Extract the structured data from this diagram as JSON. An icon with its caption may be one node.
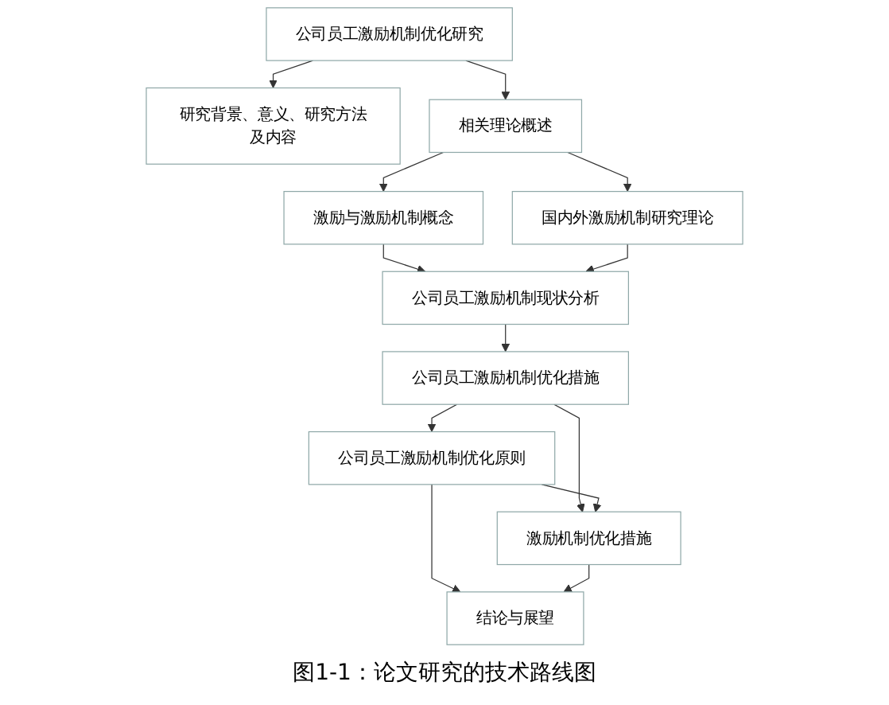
{
  "diagram": {
    "caption": "图1-1：论文研究的技术路线图",
    "nodes": [
      {
        "text": [
          "公司员工激励机制优化研究"
        ]
      },
      {
        "text": [
          "研究背景、意义、研究方法及内容"
        ]
      },
      {
        "text": [
          "相关理论概述"
        ]
      },
      {
        "text": [
          "激励与激励机制概念"
        ]
      },
      {
        "text": [
          "国内外激励机制研究理论"
        ]
      },
      {
        "text": [
          "公司员工激励机制现状分析"
        ]
      },
      {
        "text": [
          "公司员工激励机制优化措施"
        ]
      },
      {
        "text": [
          "公司员工激励机制优化原则"
        ]
      },
      {
        "text": [
          "激励机制优化措施"
        ]
      },
      {
        "text": [
          "结论与展望"
        ]
      }
    ],
    "edges": [
      {
        "from": 0,
        "to": 1,
        "arrow": "to"
      },
      {
        "from": 0,
        "to": 2,
        "arrow": "to"
      },
      {
        "from": 2,
        "to": 3,
        "arrow": "to"
      },
      {
        "from": 2,
        "to": 4,
        "arrow": "to"
      },
      {
        "from": 3,
        "to": 5,
        "arrow": "to"
      },
      {
        "from": 4,
        "to": 5,
        "arrow": "to"
      },
      {
        "from": 5,
        "to": 6,
        "arrow": "to"
      },
      {
        "from": 6,
        "to": 7,
        "arrow": "to"
      },
      {
        "from": 6,
        "to": 8,
        "arrow": "to"
      },
      {
        "from": 7,
        "to": 8,
        "arrow": "to"
      },
      {
        "from": 7,
        "to": 9,
        "arrow": "to"
      },
      {
        "from": 8,
        "to": 9,
        "arrow": "to"
      }
    ]
  }
}
